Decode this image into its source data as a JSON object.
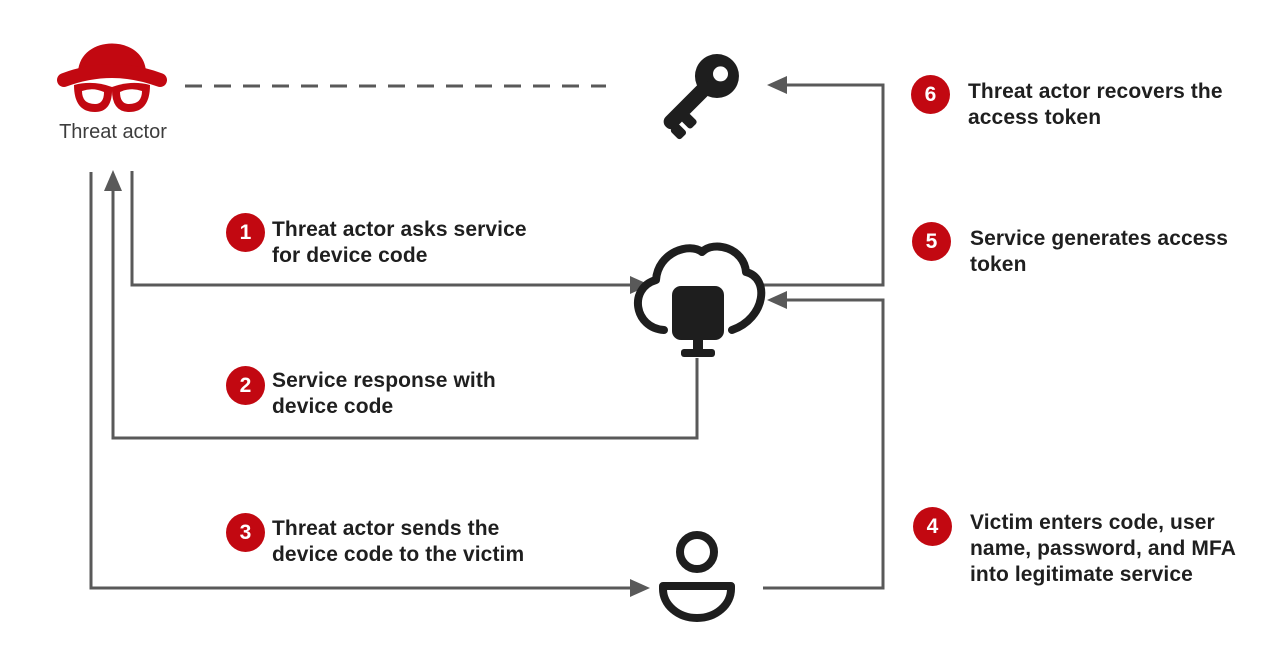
{
  "diagram": {
    "actor_label": "Threat actor",
    "steps": [
      {
        "num": "1",
        "text": "Threat actor asks service\nfor device code"
      },
      {
        "num": "2",
        "text": "Service response with\ndevice code"
      },
      {
        "num": "3",
        "text": "Threat actor sends the\ndevice code to the victim"
      },
      {
        "num": "4",
        "text": "Victim enters code, user\nname, password, and MFA\ninto legitimate service"
      },
      {
        "num": "5",
        "text": "Service generates access\ntoken"
      },
      {
        "num": "6",
        "text": "Threat actor recovers the\naccess token"
      }
    ],
    "icons": {
      "threat_actor": "spy-hat-glasses-icon",
      "access_token": "key-icon",
      "service": "cloud-device-icon",
      "victim": "person-icon"
    }
  },
  "colors": {
    "accent-red": "#C20811",
    "line-gray": "#595959",
    "icon-black": "#1E1E1E",
    "text-dark": "#1F1F1F",
    "label-gray": "#3D3D3D",
    "background": "#FFFFFF"
  }
}
